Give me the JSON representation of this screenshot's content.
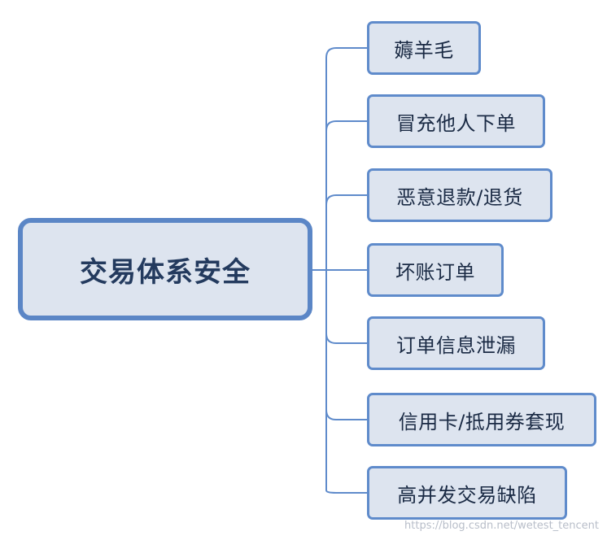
{
  "root": {
    "label": "交易体系安全"
  },
  "branches": [
    {
      "label": "薅羊毛"
    },
    {
      "label": "冒充他人下单"
    },
    {
      "label": "恶意退款/退货"
    },
    {
      "label": "坏账订单"
    },
    {
      "label": "订单信息泄漏"
    },
    {
      "label": "信用卡/抵用券套现"
    },
    {
      "label": "高并发交易缺陷"
    }
  ],
  "watermark": "https://blog.csdn.net/wetest_tencent",
  "colors": {
    "node_fill": "#dde4ef",
    "node_border": "#5f8bcb",
    "root_border": "#5b86c6",
    "connector": "#5f8bcb",
    "text": "#1a2a44"
  }
}
